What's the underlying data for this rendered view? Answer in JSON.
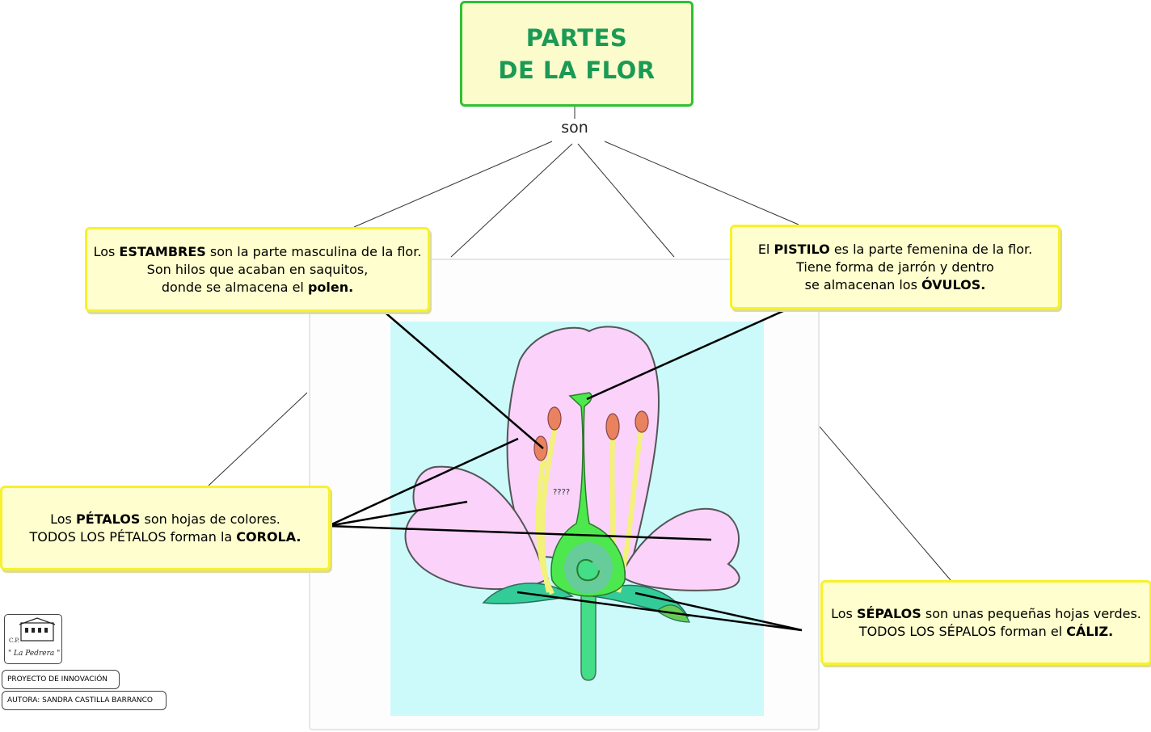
{
  "title": {
    "line1": "PARTES",
    "line2": "DE LA FLOR"
  },
  "connector_label": "son",
  "estambres": {
    "line1_pre": "Los ",
    "line1_bold": "ESTAMBRES",
    "line1_post": "  son la parte masculina de la flor.",
    "line2": "Son hilos que acaban en saquitos,",
    "line3_pre": "donde se almacena el ",
    "line3_bold": "polen."
  },
  "pistilo": {
    "line1_pre": "El ",
    "line1_bold": "PISTILO",
    "line1_post": " es la parte femenina de la flor.",
    "line2": "Tiene forma de jarrón y dentro",
    "line3_pre": "se almacenan los ",
    "line3_bold": "ÓVULOS."
  },
  "petalos": {
    "line1_pre": "Los ",
    "line1_bold": "PÉTALOS",
    "line1_post": "  son hojas de colores.",
    "line2_pre": "TODOS LOS PÉTALOS forman la ",
    "line2_bold": "COROLA."
  },
  "sepalos": {
    "line1_pre": "Los ",
    "line1_bold": "SÉPALOS",
    "line1_post": " son unas pequeñas hojas verdes.",
    "line2_pre": "TODOS LOS SÉPALOS forman el ",
    "line2_bold": "CÁLIZ."
  },
  "figure_marker": "????",
  "logo": {
    "top_text": "C.P.",
    "name": "\" La Pedrera \""
  },
  "footer": {
    "proyecto": "PROYECTO DE INNOVACIÓN",
    "autora": "AUTORA: SANDRA CASTILLA BARRANCO"
  },
  "colors": {
    "title_border": "#2fc02f",
    "title_text": "#1a9a55",
    "callout_border": "#f7f22b",
    "callout_fill": "#fefece",
    "petal": "#fad2fa",
    "pistil": "#4de84d",
    "sepal": "#33cc99",
    "anther": "#e9835f"
  }
}
